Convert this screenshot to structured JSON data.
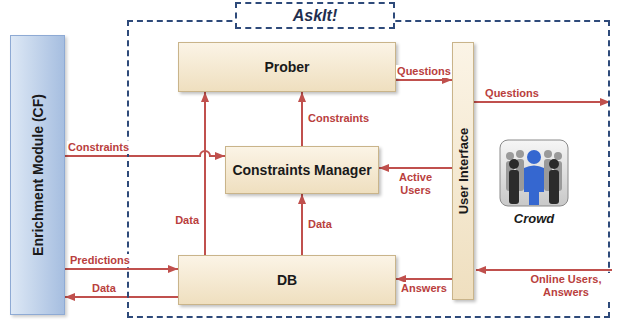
{
  "diagram": {
    "nodes": [
      {
        "text": [
          "Enrichment Module (CF)"
        ]
      },
      {
        "text": [
          "AskIt!"
        ]
      },
      {
        "text": [
          "Prober"
        ],
        "in": 1
      },
      {
        "text": [
          "Constraints Manager"
        ],
        "in": 1
      },
      {
        "text": [
          "DB"
        ],
        "in": 1
      },
      {
        "text": [
          "User Interface"
        ],
        "in": 1
      }
    ],
    "edges": [
      {
        "from": 2,
        "to": 5,
        "label": "Questions",
        "arrow": "to"
      },
      {
        "from": 3,
        "to": 2,
        "label": "Constraints",
        "arrow": "to"
      },
      {
        "from": 0,
        "to": 3,
        "label": "Constraints",
        "arrow": "to"
      },
      {
        "from": 5,
        "to": 3,
        "label": "Active Users",
        "arrow": "to"
      },
      {
        "from": 0,
        "to": 4,
        "label": "Predictions",
        "arrow": "to"
      },
      {
        "from": 4,
        "to": 0,
        "label": "Data",
        "arrow": "to"
      },
      {
        "from": 4,
        "to": 2,
        "label": "Data",
        "arrow": "to"
      },
      {
        "from": 4,
        "to": 3,
        "label": "Data",
        "arrow": "to"
      },
      {
        "from": 5,
        "to": 4,
        "label": "Answers",
        "arrow": "to"
      }
    ],
    "labels": [
      "Questions",
      "Online Users, Answers",
      "Crowd"
    ]
  }
}
